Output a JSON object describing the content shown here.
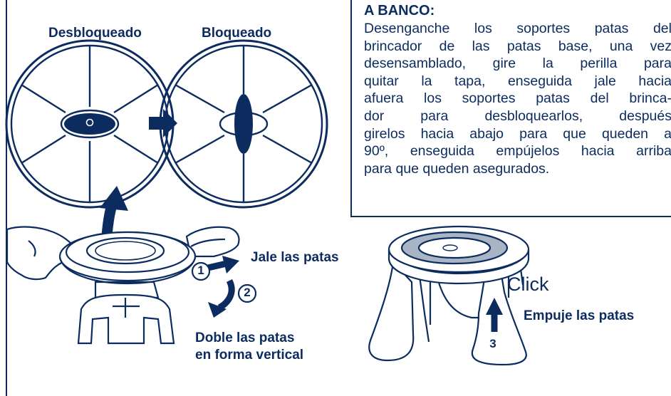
{
  "panel_labels": {
    "unlocked": "Desbloqueado",
    "locked": "Bloqueado"
  },
  "instructions": {
    "title": "A BANCO:",
    "lines": [
      "Desenganche los soportes patas del",
      "brincador de las patas base, una vez",
      "desensamblado, gire la perilla para",
      "quitar la tapa, enseguida jale hacia",
      "afuera los soportes patas del brinca-",
      "dor para desbloquearlos, después",
      "girelos hacia abajo para que queden a",
      "90º, enseguida empújelos hacia arriba",
      "para que queden asegurados."
    ]
  },
  "steps": {
    "pull": "Jale las patas",
    "fold_line1": "Doble las patas",
    "fold_line2": "en forma vertical",
    "push": "Empuje las patas",
    "click": "Click",
    "num1": "1",
    "num2": "2",
    "num3": "3"
  },
  "colors": {
    "navy": "#0c2b5e",
    "stool_top": "#a9b4c4"
  }
}
